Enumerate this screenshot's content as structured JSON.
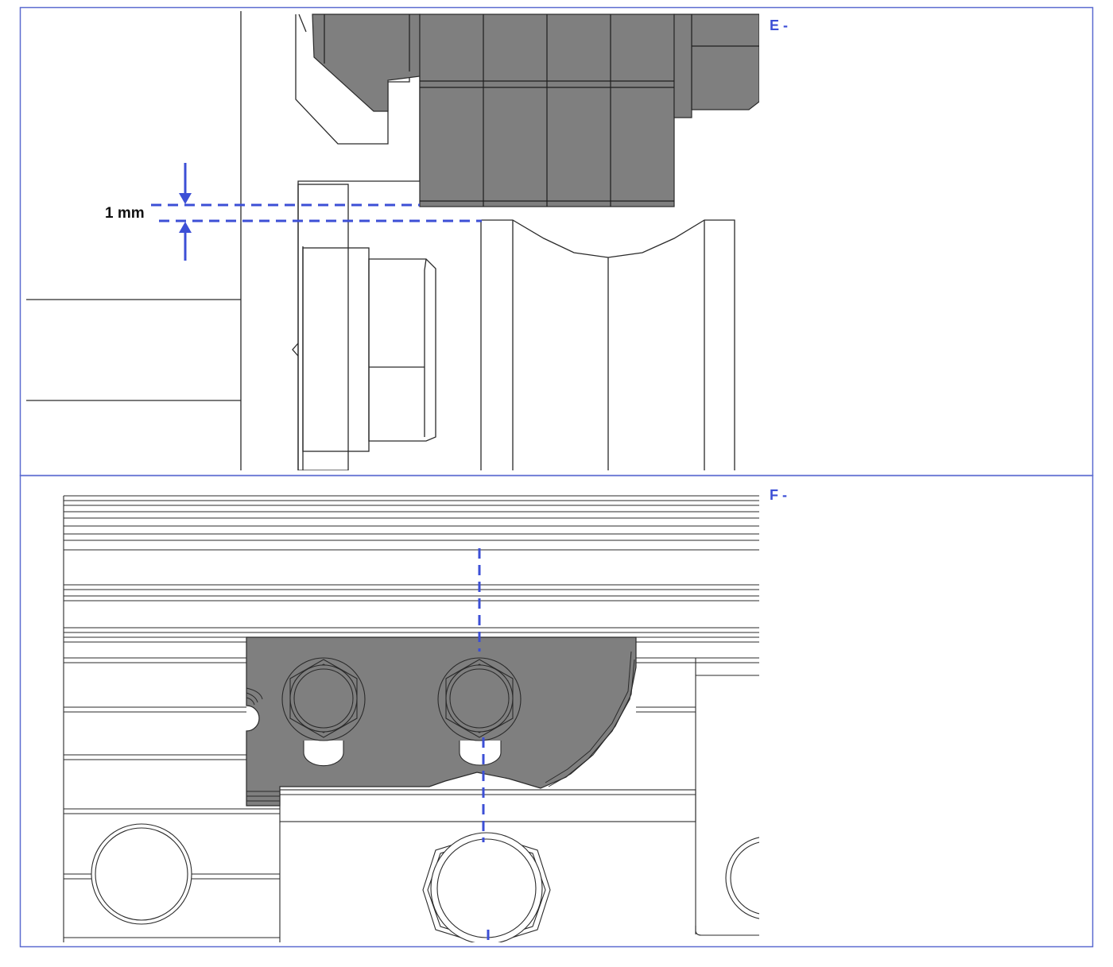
{
  "panels": [
    {
      "label": "E -"
    },
    {
      "label": "F -"
    }
  ],
  "dimension": {
    "text": "1 mm"
  },
  "colors": {
    "frame": "#5b6bd0",
    "annotation": "#3c4fd6",
    "part_fill": "#7f7f7f",
    "line": "#2a2a2a"
  }
}
